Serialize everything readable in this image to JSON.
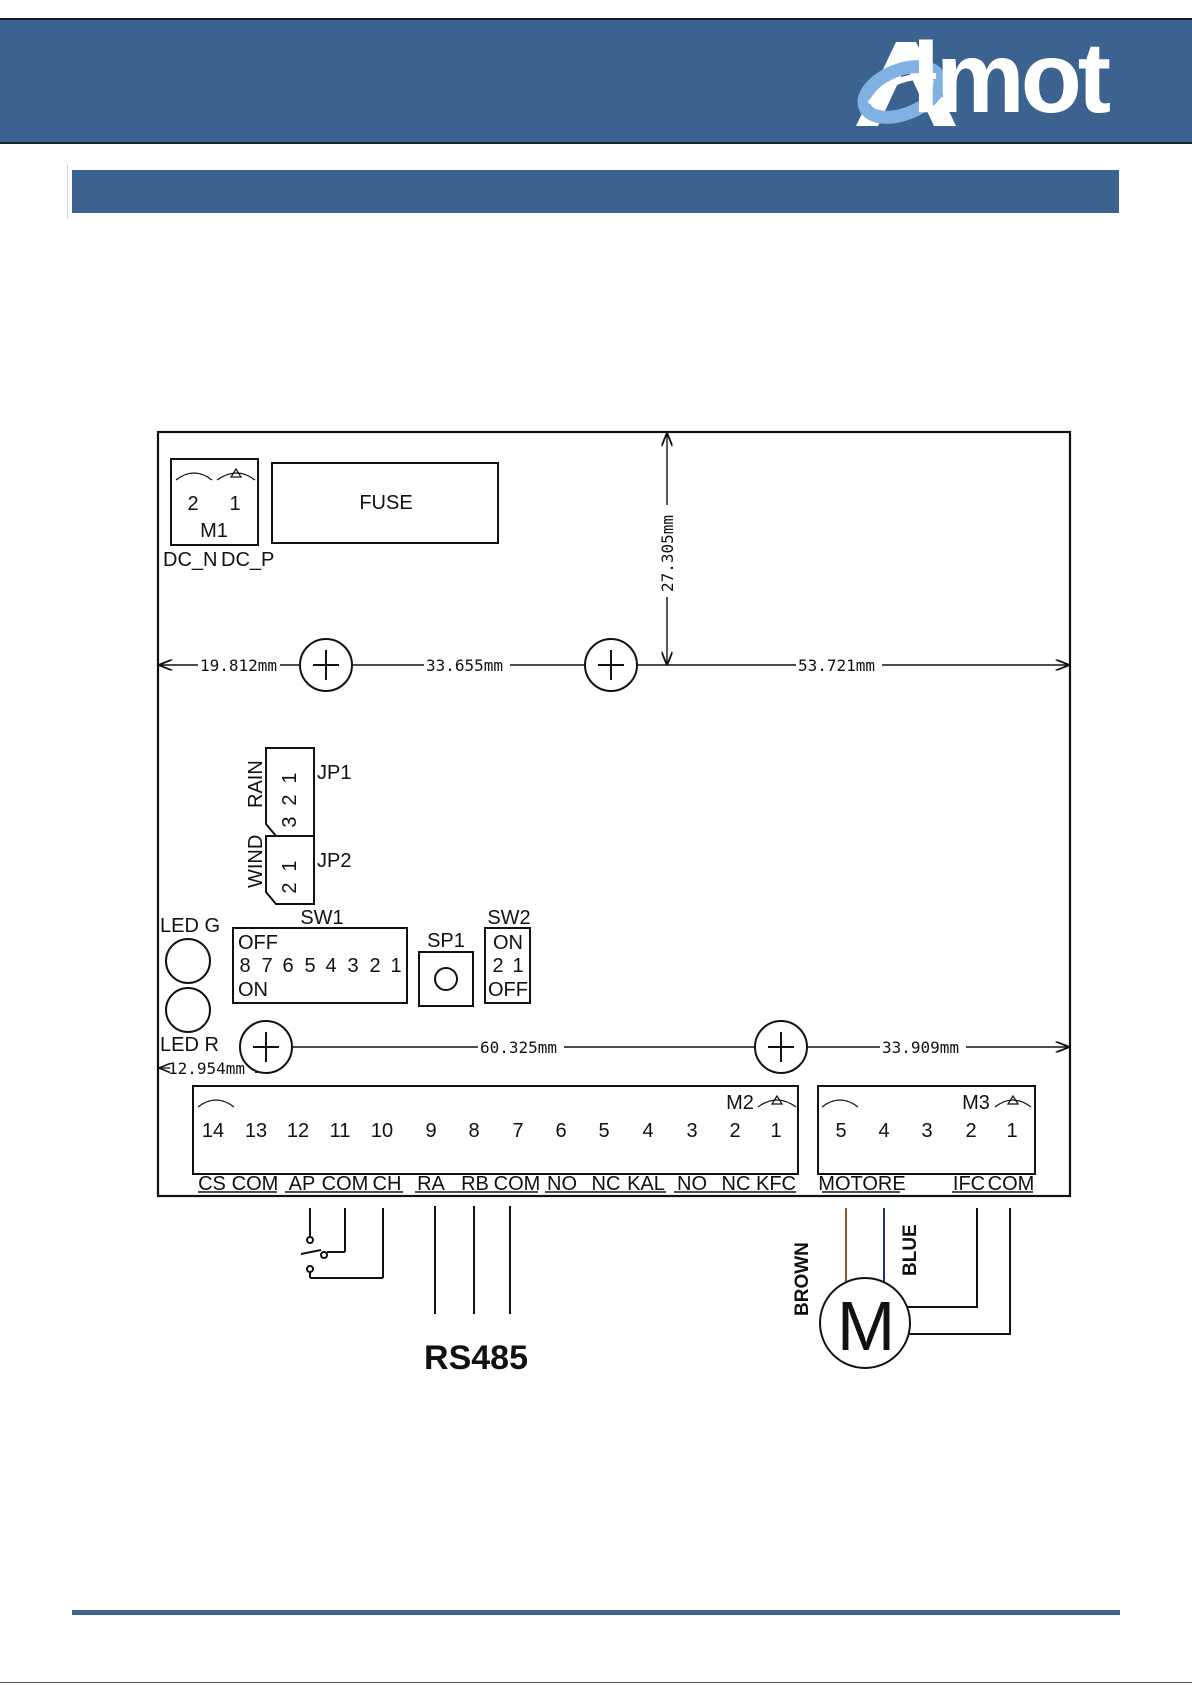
{
  "brand": {
    "name": "Almot",
    "logo_mark": "A",
    "logo_rest": "lmot",
    "primary_color": "#3c628f",
    "logo_accent": "#7fb2e2"
  },
  "diagram": {
    "fuse": "FUSE",
    "m1": {
      "label": "M1",
      "pins": [
        "2",
        "1"
      ],
      "signals": [
        "DC_N",
        "DC_P"
      ]
    },
    "dimensions": {
      "d_27_305": "27.305mm",
      "d_19_812": "19.812mm",
      "d_33_655": "33.655mm",
      "d_53_721": "53.721mm",
      "d_60_325": "60.325mm",
      "d_33_909": "33.909mm",
      "d_12_954": "12.954mm"
    },
    "jp1": {
      "label": "JP1",
      "side": "RAIN",
      "pins": [
        "1",
        "2",
        "3"
      ]
    },
    "jp2": {
      "label": "JP2",
      "side": "WIND",
      "pins": [
        "1",
        "2"
      ]
    },
    "leds": {
      "green": "LED G",
      "red": "LED R"
    },
    "sw1": {
      "label": "SW1",
      "off": "OFF",
      "on": "ON",
      "positions": [
        "8",
        "7",
        "6",
        "5",
        "4",
        "3",
        "2",
        "1"
      ]
    },
    "sp1": {
      "label": "SP1"
    },
    "sw2": {
      "label": "SW2",
      "on": "ON",
      "off": "OFF",
      "positions": [
        "2",
        "1"
      ]
    },
    "m2": {
      "label": "M2",
      "terminals": [
        "14",
        "13",
        "12",
        "11",
        "10",
        "9",
        "8",
        "7",
        "6",
        "5",
        "4",
        "3",
        "2",
        "1"
      ],
      "signals": [
        "CS",
        "COM",
        "AP",
        "COM",
        "CH",
        "RA",
        "RB",
        "COM",
        "NO",
        "NC",
        "KAL",
        "NO",
        "NC",
        "KFC"
      ]
    },
    "m3": {
      "label": "M3",
      "terminals": [
        "5",
        "4",
        "3",
        "2",
        "1"
      ],
      "group_label": "MOTORE",
      "signals": [
        "IFC",
        "COM"
      ]
    },
    "bus": "RS485",
    "motor": {
      "symbol": "M",
      "wire_brown": "BROWN",
      "wire_blue": "BLUE"
    }
  }
}
